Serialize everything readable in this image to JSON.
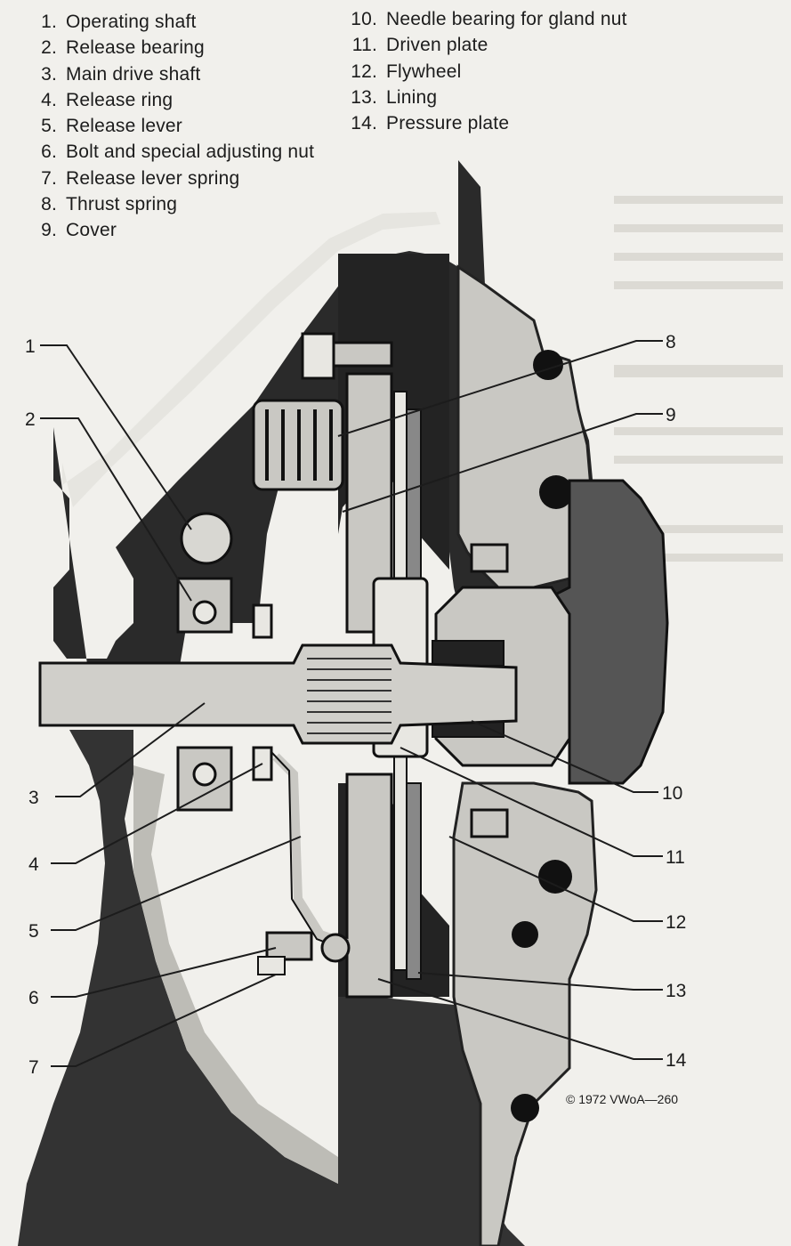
{
  "legend": {
    "left": [
      {
        "num": "1.",
        "label": "Operating shaft"
      },
      {
        "num": "2.",
        "label": "Release bearing"
      },
      {
        "num": "3.",
        "label": "Main drive shaft"
      },
      {
        "num": "4.",
        "label": "Release ring"
      },
      {
        "num": "5.",
        "label": "Release lever"
      },
      {
        "num": "6.",
        "label": "Bolt and special adjusting nut"
      },
      {
        "num": "7.",
        "label": "Release lever spring"
      },
      {
        "num": "8.",
        "label": "Thrust spring"
      },
      {
        "num": "9.",
        "label": "Cover"
      }
    ],
    "right": [
      {
        "num": "10.",
        "label": "Needle bearing for gland nut"
      },
      {
        "num": "11.",
        "label": "Driven plate"
      },
      {
        "num": "12.",
        "label": "Flywheel"
      },
      {
        "num": "13.",
        "label": "Lining"
      },
      {
        "num": "14.",
        "label": "Pressure plate"
      }
    ]
  },
  "callouts": [
    "1",
    "2",
    "3",
    "4",
    "5",
    "6",
    "7",
    "8",
    "9",
    "10",
    "11",
    "12",
    "13",
    "14"
  ],
  "copyright": "© 1972 VWoA—260"
}
